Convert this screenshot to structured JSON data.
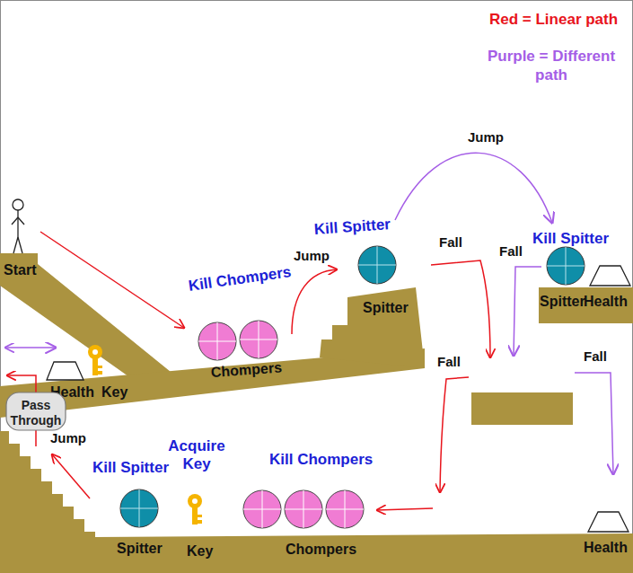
{
  "diagram": {
    "nodes": [
      {
        "text": [
          "Pass Through"
        ]
      }
    ],
    "labels": [
      "Start",
      "Kill Chompers",
      "Jump",
      "Kill Spitter",
      "Jump",
      "Fall",
      "Kill Spitter",
      "Fall",
      "Chompers",
      "Spitter",
      "Spitter",
      "Health",
      "Fall",
      "Fall",
      "Health",
      "Key",
      "Jump",
      "Kill Spitter",
      "Acquire Key",
      "Kill Chompers",
      "Spitter",
      "Key",
      "Chompers",
      "Health"
    ],
    "legend": [
      {
        "text": "Red = Linear path",
        "color": "#e8141c"
      },
      {
        "text": "Purple = Different path",
        "color": "#a55ee6"
      }
    ]
  }
}
